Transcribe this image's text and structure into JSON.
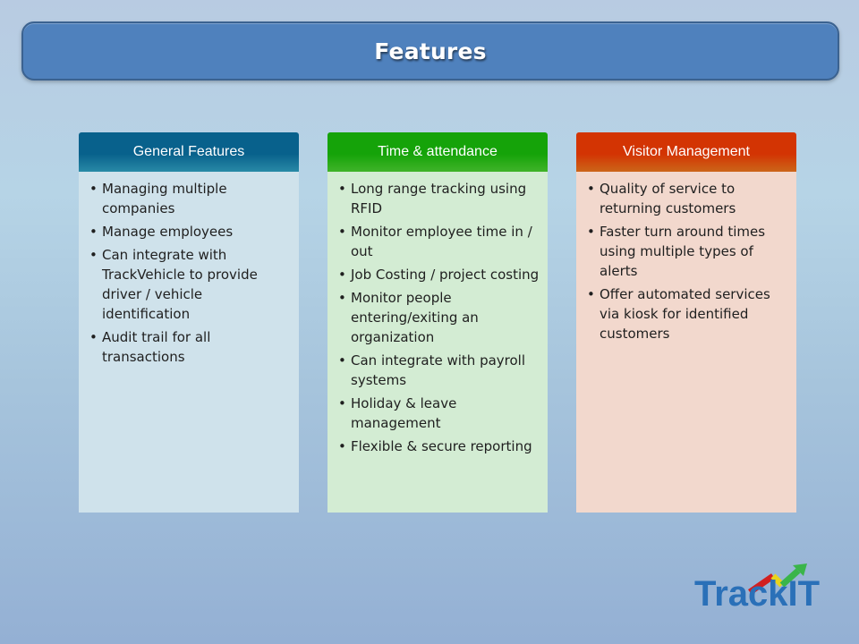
{
  "title": "Features",
  "columns": [
    {
      "header": "General Features",
      "header_color": "#2e9dbd",
      "body_color": "#cfe2eb",
      "items": [
        "Managing multiple companies",
        "Manage employees",
        "Can integrate with TrackVehicle to provide driver / vehicle identification",
        "Audit trail for all transactions"
      ]
    },
    {
      "header": "Time & attendance",
      "header_color": "#49cc2f",
      "body_color": "#d3ecd3",
      "items": [
        "Long range tracking using RFID",
        "Monitor employee time in / out",
        "Job Costing / project costing",
        "Monitor people entering/exiting an organization",
        "Can integrate with payroll systems",
        "Holiday & leave management",
        "Flexible & secure reporting"
      ]
    },
    {
      "header": "Visitor Management",
      "header_color": "#e8731c",
      "body_color": "#f2d8cd",
      "items": [
        "Quality of service to returning customers",
        "Faster turn around times using multiple types of alerts",
        "Offer automated services via kiosk for identified customers"
      ]
    }
  ],
  "logo": {
    "text": "TrackIT",
    "text_color": "#2a70b8",
    "arrow_colors": [
      "#d22020",
      "#e8d41c",
      "#3ab54a"
    ]
  }
}
